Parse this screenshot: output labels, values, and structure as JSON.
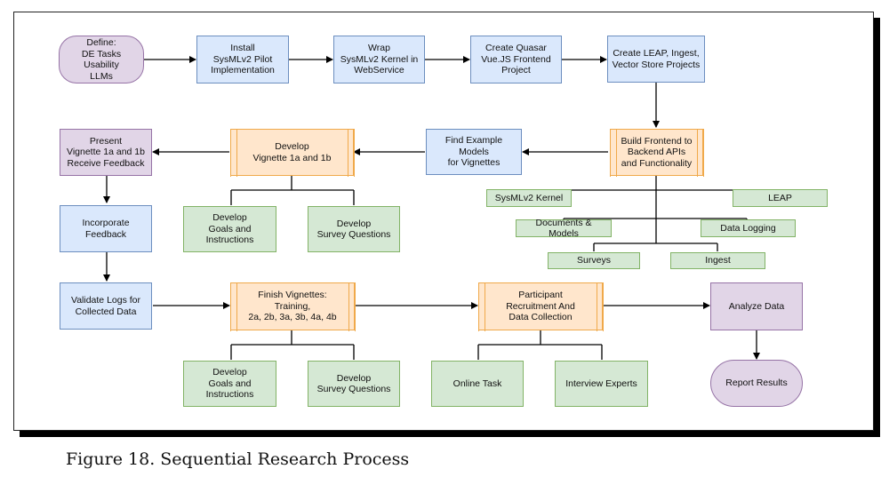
{
  "nodes": {
    "define": "Define:\nDE Tasks\nUsability\nLLMs",
    "install": "Install\nSysMLv2 Pilot\nImplementation",
    "wrap": "Wrap\nSysMLv2 Kernel in\nWebService",
    "quasar": "Create Quasar\nVue.JS Frontend\nProject",
    "leap_projects": "Create LEAP, Ingest,\nVector Store Projects",
    "build_frontend": "Build Frontend to\nBackend APIs\nand Functionality",
    "find_models": "Find Example Models\nfor Vignettes",
    "develop_vignette": "Develop\nVignette 1a and 1b",
    "present": "Present\nVignette 1a and 1b\nReceive Feedback",
    "goals_1": "Develop\nGoals and\nInstructions",
    "survey_1": "Develop\nSurvey Questions",
    "incorporate": "Incorporate Feedback",
    "validate": "Validate Logs for\nCollected Data",
    "finish_vignettes": "Finish Vignettes:\nTraining,\n2a, 2b, 3a, 3b, 4a, 4b",
    "participant": "Participant\nRecruitment And\nData Collection",
    "analyze": "Analyze Data",
    "report": "Report Results",
    "goals_2": "Develop\nGoals and\nInstructions",
    "survey_2": "Develop\nSurvey Questions",
    "online_task": "Online Task",
    "interview": "Interview Experts",
    "sysml_kernel": "SysMLv2 Kernel",
    "leap": "LEAP",
    "documents": "Documents & Models",
    "data_logging": "Data Logging",
    "surveys": "Surveys",
    "ingest": "Ingest"
  },
  "colors": {
    "blue_fill": "#dae8fc",
    "blue_stroke": "#6c8ebf",
    "purple_fill": "#e1d5e7",
    "purple_stroke": "#9673a6",
    "green_fill": "#d5e8d4",
    "green_stroke": "#82b366",
    "orange_fill": "#ffe6cc",
    "orange_stroke": "#f0a94a"
  },
  "caption": "Figure 18. Sequential Research Process"
}
